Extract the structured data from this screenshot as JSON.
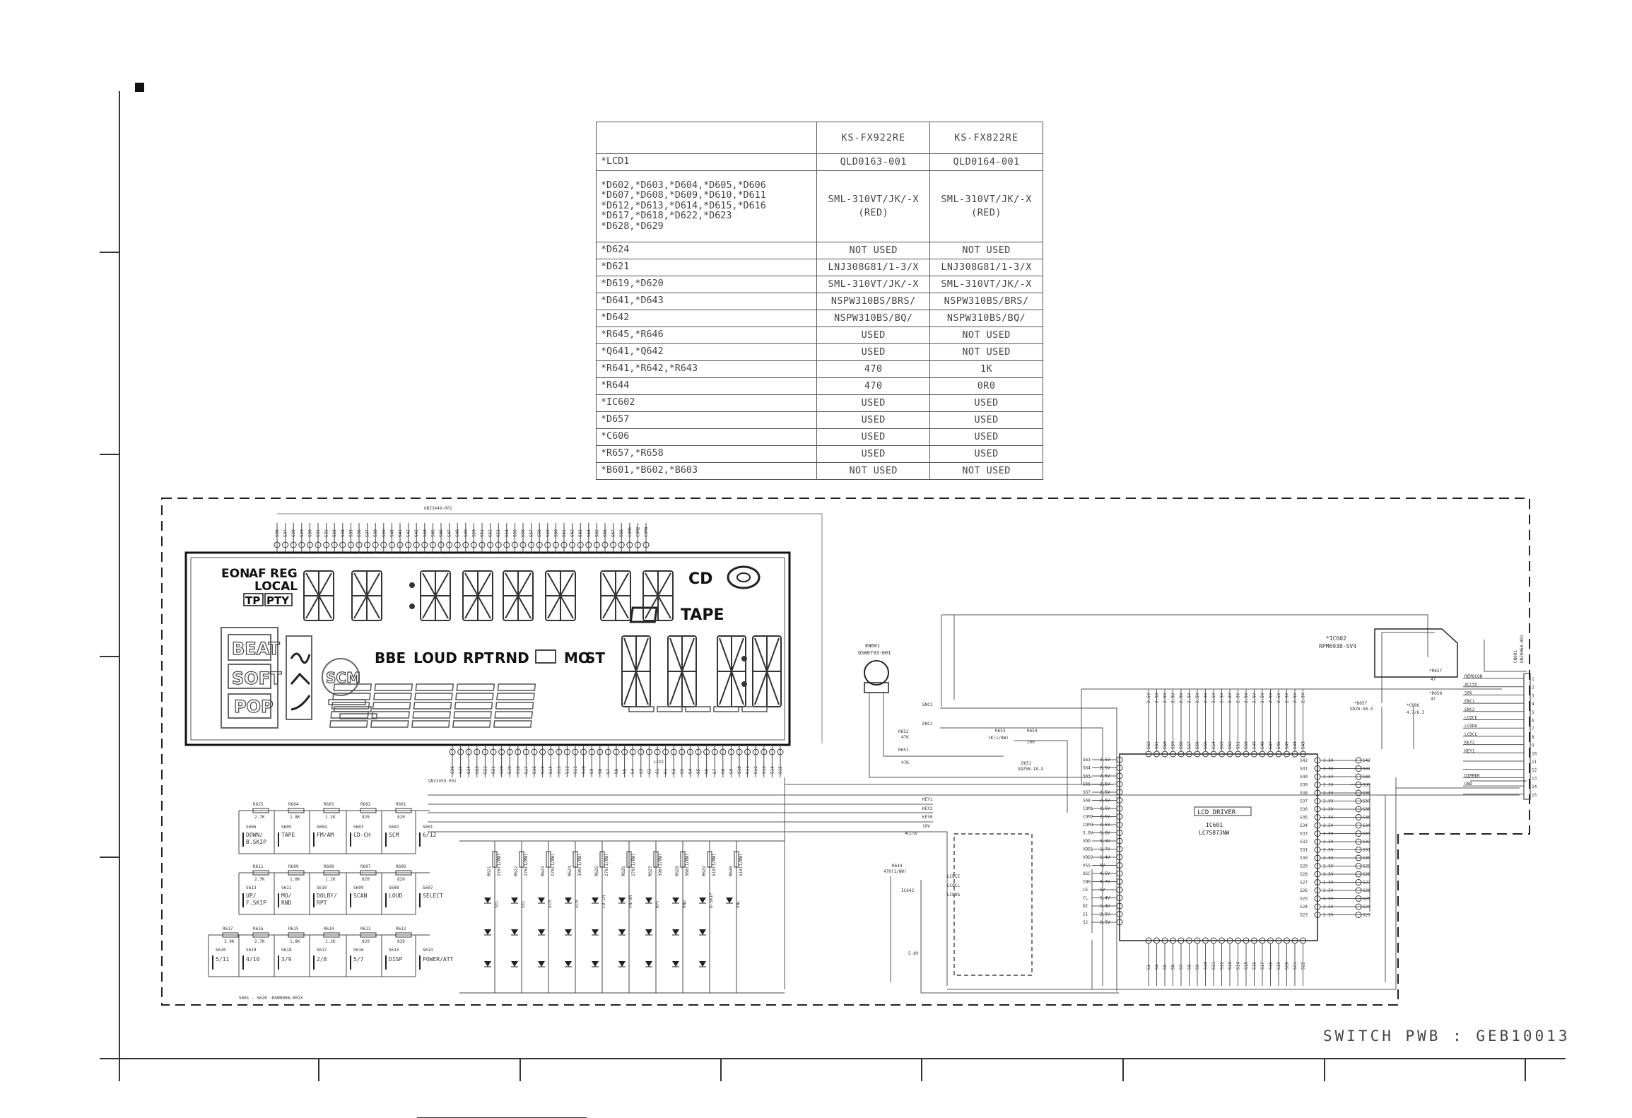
{
  "table": {
    "columns": [
      "",
      "KS-FX922RE",
      "KS-FX822RE"
    ],
    "rows": [
      {
        "ref": "*LCD1",
        "a": [
          "QLD0163-001"
        ],
        "b": [
          "QLD0164-001"
        ]
      },
      {
        "ref": "*D602,*D603,*D604,*D605,*D606\n*D607,*D608,*D609,*D610,*D611\n*D612,*D613,*D614,*D615,*D616\n*D617,*D618,*D622,*D623\n*D628,*D629",
        "a": [
          "SML-310VT/JK/-X",
          "(RED)"
        ],
        "b": [
          "SML-310VT/JK/-X",
          "(RED)"
        ]
      },
      {
        "ref": "*D624",
        "a": [
          "NOT USED"
        ],
        "b": [
          "NOT USED"
        ]
      },
      {
        "ref": "*D621",
        "a": [
          "LNJ308G81/1-3/X"
        ],
        "b": [
          "LNJ308G81/1-3/X"
        ]
      },
      {
        "ref": "*D619,*D620",
        "a": [
          "SML-310VT/JK/-X"
        ],
        "b": [
          "SML-310VT/JK/-X"
        ]
      },
      {
        "ref": "*D641,*D643",
        "a": [
          "NSPW310BS/BRS/"
        ],
        "b": [
          "NSPW310BS/BRS/"
        ]
      },
      {
        "ref": "*D642",
        "a": [
          "NSPW310BS/BQ/"
        ],
        "b": [
          "NSPW310BS/BQ/"
        ]
      },
      {
        "ref": "*R645,*R646",
        "a": [
          "USED"
        ],
        "b": [
          "NOT USED"
        ]
      },
      {
        "ref": "*Q641,*Q642",
        "a": [
          "USED"
        ],
        "b": [
          "NOT USED"
        ]
      },
      {
        "ref": "*R641,*R642,*R643",
        "a": [
          "470"
        ],
        "b": [
          "1K"
        ]
      },
      {
        "ref": "*R644",
        "a": [
          "470"
        ],
        "b": [
          "0R0"
        ]
      },
      {
        "ref": "*IC602",
        "a": [
          "USED"
        ],
        "b": [
          "USED"
        ]
      },
      {
        "ref": "*D657",
        "a": [
          "USED"
        ],
        "b": [
          "USED"
        ]
      },
      {
        "ref": "*C606",
        "a": [
          "USED"
        ],
        "b": [
          "USED"
        ]
      },
      {
        "ref": "*R657,*R658",
        "a": [
          "USED"
        ],
        "b": [
          "USED"
        ]
      },
      {
        "ref": "*B601,*B602,*B603",
        "a": [
          "NOT USED"
        ],
        "b": [
          "NOT USED"
        ]
      }
    ]
  },
  "lcd": {
    "connector_top": "QNZ3449-001",
    "connector_bottom": "QNZ3450-001",
    "ref": "LCD1",
    "top_pins": [
      "S36",
      "S37",
      "S28",
      "S29",
      "S30",
      "S31",
      "S32",
      "S33",
      "S34",
      "S35",
      "S36",
      "S37",
      "S38",
      "S39",
      "S40",
      "S41",
      "S42",
      "S43",
      "S44",
      "S45",
      "S46",
      "S47",
      "S48",
      "S49",
      "S50",
      "S51",
      "S52",
      "S53",
      "S54",
      "S55",
      "S56",
      "S57",
      "S58",
      "S59",
      "S60",
      "S61",
      "S62",
      "S63",
      "S64",
      "S65",
      "S66",
      "S67",
      "S68",
      "COM1",
      "COM2",
      "COM3"
    ],
    "bottom_pins": [
      "S26",
      "S25",
      "S24",
      "S23",
      "S22",
      "S21",
      "S20",
      "S19",
      "S18",
      "S17",
      "S16",
      "S15",
      "S14",
      "S13",
      "S12",
      "S11",
      "S10",
      "S9",
      "S8",
      "S7",
      "S6",
      "S5",
      "S4",
      "S3",
      "S2",
      "S1",
      "S1",
      "S2",
      "S3",
      "S4",
      "S5",
      "S6",
      "S7",
      "S8",
      "S9",
      "S10",
      "S11",
      "S12",
      "S13",
      "S14",
      "S15"
    ],
    "labels": {
      "eon": "EON",
      "af": "AF",
      "reg": "REG",
      "local": "LOCAL",
      "tp": "TP",
      "pty": "PTY",
      "cd": "CD",
      "tape": "TAPE",
      "beat": "BEAT",
      "soft": "SOFT",
      "pop": "POP",
      "scm": "SCM",
      "bbe": "BBE",
      "loud": "LOUD",
      "rpt": "RPT",
      "rnd": "RND",
      "mo": "MO",
      "st": "ST"
    }
  },
  "driver": {
    "label": "LCD DRIVER",
    "ref": "IC601",
    "part": "LC75873NW",
    "left_pins": [
      "S63",
      "S64",
      "S65",
      "S66",
      "S67",
      "S68",
      "COM1",
      "COM2",
      "COM3",
      "5.0V",
      "VDD",
      "VDD1",
      "VDD2",
      "VSS",
      "OSC",
      "INH",
      "CE",
      "CL",
      "DI",
      "S1",
      "S2"
    ],
    "left_volts": [
      "2.5V",
      "2.5V",
      "2.5V",
      "2.5V",
      "2.5V",
      "2.5V",
      "2.5V",
      "2.5V",
      "2.5V",
      "5.0V",
      "3.3V",
      "1.7V",
      "1.4V",
      "0V",
      "4.5V",
      "0.7V",
      "5V",
      "1.4V",
      "1.4V",
      "2.5V",
      "2.5V"
    ],
    "right_pins": [
      "S42",
      "S41",
      "S40",
      "S39",
      "S38",
      "S37",
      "S36",
      "S35",
      "S34",
      "S33",
      "S32",
      "S31",
      "S30",
      "S29",
      "S28",
      "S27",
      "S26",
      "S25",
      "S24",
      "S23"
    ],
    "right_volts": [
      "2.5V",
      "2.5V",
      "2.5V",
      "2.5V",
      "2.5V",
      "2.5V",
      "2.5V",
      "2.5V",
      "2.5V",
      "2.5V",
      "2.5V",
      "2.5V",
      "2.5V",
      "2.5V",
      "2.5V",
      "2.5V",
      "2.5V",
      "2.5V",
      "2.5V",
      "2.5V"
    ],
    "top_pins": [
      "S62",
      "S61",
      "S60",
      "S59",
      "S58",
      "S57",
      "S56",
      "S55",
      "S54",
      "S53",
      "S52",
      "S51",
      "S50",
      "S49",
      "S48",
      "S47",
      "S46",
      "S45",
      "S44",
      "S43"
    ],
    "bottom_pins": [
      "S3",
      "S4",
      "S5",
      "S6",
      "S7",
      "S8",
      "S9",
      "S10",
      "S11",
      "S12",
      "S13",
      "S14",
      "S15",
      "S16",
      "S17",
      "S18",
      "S19",
      "S20",
      "S21",
      "S22"
    ]
  },
  "remote": {
    "ref": "*IC602",
    "part": "RPM6938-SV4"
  },
  "connector": {
    "ref": "CN601",
    "part": "QNZ0060-001",
    "signals": [
      "REMOCON",
      "ACC5V",
      "10V",
      "ENC1",
      "ENC2",
      "LCDCE",
      "LCDDA",
      "LCDCL",
      "KEY2",
      "KEY1",
      "",
      "",
      "DIMMER",
      "GND"
    ],
    "numbers": [
      "1",
      "2",
      "3",
      "4",
      "5",
      "6",
      "7",
      "8",
      "9",
      "10",
      "11",
      "12",
      "13",
      "14",
      "15"
    ]
  },
  "encoder": {
    "ref": "EN601",
    "part": "QSW0793-001",
    "enc2": "ENC2",
    "enc1": "ENC1"
  },
  "misc_labels": {
    "r652": "R652",
    "r652v": "47K",
    "r651": "R651",
    "r651v": "47K",
    "r653": "R653",
    "r653v": "1K(1/8W)",
    "r654": "R654",
    "r654v": "200",
    "d651": "D651",
    "d651p": "UDZ5B-18-X",
    "d657": "*D657",
    "d657p": "UDZ6.5B-X",
    "r657": "*R657",
    "r657v": "47",
    "r658": "*R658",
    "r658v": "47",
    "c606": "*C606",
    "c606v": "4.7/6.3",
    "key1": "KEY1",
    "key2": "KEY2",
    "key0": "KEY0",
    "v10": "10V",
    "acc5v": "ACC5V",
    "lcdce": "LCDCE",
    "lcdcl": "LCDCL",
    "lcdda": "LCDDA",
    "r644": "R644",
    "r644v": "470(1/8W)",
    "ic642": "IC642",
    "v58": "5.8V",
    "sw_note": "S601 - S620 :NSW0096-001X"
  },
  "switches": {
    "row1_r": [
      [
        "R625",
        "2.7K"
      ],
      [
        "R604",
        "1.8K"
      ],
      [
        "R603",
        "1.2K"
      ],
      [
        "R602",
        "820"
      ],
      [
        "R601",
        "820"
      ]
    ],
    "row1": [
      [
        "S606",
        "DOWN/",
        "B.SKIP"
      ],
      [
        "S605",
        "TAPE",
        ""
      ],
      [
        "S604",
        "FM/AM",
        ""
      ],
      [
        "S603",
        "CD-CH",
        ""
      ],
      [
        "S602",
        "SCM",
        ""
      ],
      [
        "S601",
        "6/12",
        ""
      ]
    ],
    "row2_r": [
      [
        "R611",
        "2.7K"
      ],
      [
        "R609",
        "1.8K"
      ],
      [
        "R608",
        "1.2K"
      ],
      [
        "R607",
        "820"
      ],
      [
        "R606",
        "820"
      ]
    ],
    "row2": [
      [
        "S613",
        "UP/",
        "F.SKIP"
      ],
      [
        "S611",
        "MO/",
        "RND"
      ],
      [
        "S610",
        "DOLBY/",
        "RPT"
      ],
      [
        "S609",
        "SCAN",
        ""
      ],
      [
        "S608",
        "LOUD",
        ""
      ],
      [
        "S607",
        "SELECT",
        ""
      ]
    ],
    "row3_r": [
      [
        "R617",
        "3.9K"
      ],
      [
        "R616",
        "2.7K"
      ],
      [
        "R615",
        "1.8K"
      ],
      [
        "R614",
        "1.2K"
      ],
      [
        "R613",
        "820"
      ],
      [
        "R612",
        "820"
      ]
    ],
    "row3": [
      [
        "S620",
        "5/11"
      ],
      [
        "S619",
        "4/10"
      ],
      [
        "S618",
        "3/9"
      ],
      [
        "S617",
        "2/8"
      ],
      [
        "S616",
        "5/7"
      ],
      [
        "S615",
        "DISP"
      ],
      [
        "S614",
        "POWER/ATT"
      ]
    ]
  },
  "leds": {
    "resistors": [
      [
        "R621",
        "270(1/8W)"
      ],
      [
        "R622",
        "270(1/8W)"
      ],
      [
        "R623",
        "270(1/8W)"
      ],
      [
        "R624",
        "390(1/8W)"
      ],
      [
        "R625",
        "270(1/8W)"
      ],
      [
        "R626",
        "270(1/8W)"
      ],
      [
        "R627",
        "390(1/8W)"
      ],
      [
        "R628",
        "560(1/8W)"
      ],
      [
        "R629",
        "510(1/8W)"
      ],
      [
        "R630",
        "510(1/8W)"
      ]
    ],
    "tags": [
      "SEL",
      "SEL",
      "SCM",
      "SCM",
      "CD-CH",
      "FM/AM",
      "RPT",
      "RND",
      "D-SKIP",
      "ENC"
    ]
  },
  "footer": {
    "title": "SWITCH PWB : GEB10013"
  }
}
